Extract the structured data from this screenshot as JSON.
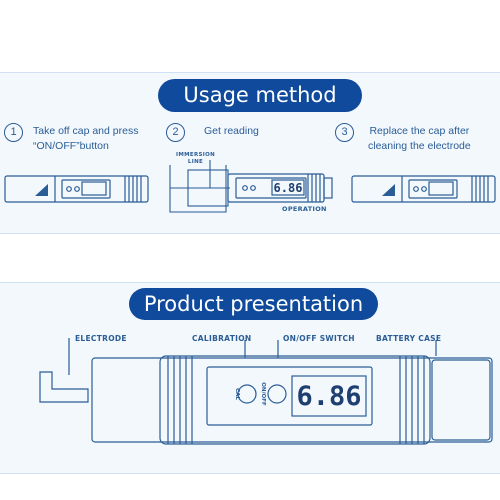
{
  "usage": {
    "title": "Usage method",
    "steps": [
      {
        "num": "1",
        "text_line1": "Take off cap and press",
        "text_line2": "“ON/OFF”button"
      },
      {
        "num": "2",
        "text_line1": "Get reading",
        "text_line2": ""
      },
      {
        "num": "3",
        "text_line1": "Replace the cap after",
        "text_line2": "cleaning the electrode"
      }
    ],
    "immersion_label_line1": "IMMERSION",
    "immersion_label_line2": "LINE",
    "operation_label": "OPERATION",
    "reading": "6.86"
  },
  "product": {
    "title": "Product presentation",
    "labels": {
      "electrode": "ELECTRODE",
      "calibration": "CALIBRATION",
      "onoff_switch": "ON/OFF SWITCH",
      "battery_case": "BATTERY CASE"
    },
    "button_labels": {
      "cal": "CAL",
      "onoff": "ON/OFF"
    },
    "reading": "6.86"
  },
  "colors": {
    "accent": "#0f4a9c",
    "line": "#2a5d96",
    "panel": "#f3f8fd"
  }
}
